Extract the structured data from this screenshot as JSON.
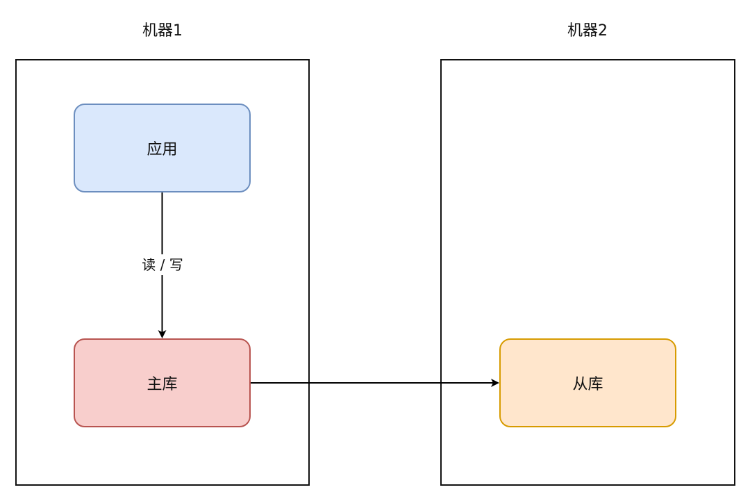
{
  "machines": [
    {
      "title": "机器1"
    },
    {
      "title": "机器2"
    }
  ],
  "nodes": {
    "app": {
      "label": "应用",
      "fill": "#dae8fc",
      "stroke": "#6c8ebf"
    },
    "master": {
      "label": "主库",
      "fill": "#f8cecc",
      "stroke": "#b85450"
    },
    "slave": {
      "label": "从库",
      "fill": "#ffe6cc",
      "stroke": "#d79b00"
    }
  },
  "edges": {
    "app_to_master": {
      "label": "读 / 写"
    },
    "master_to_slave": {
      "label": ""
    }
  },
  "colors": {
    "line": "#000000",
    "container_border": "#111111"
  }
}
